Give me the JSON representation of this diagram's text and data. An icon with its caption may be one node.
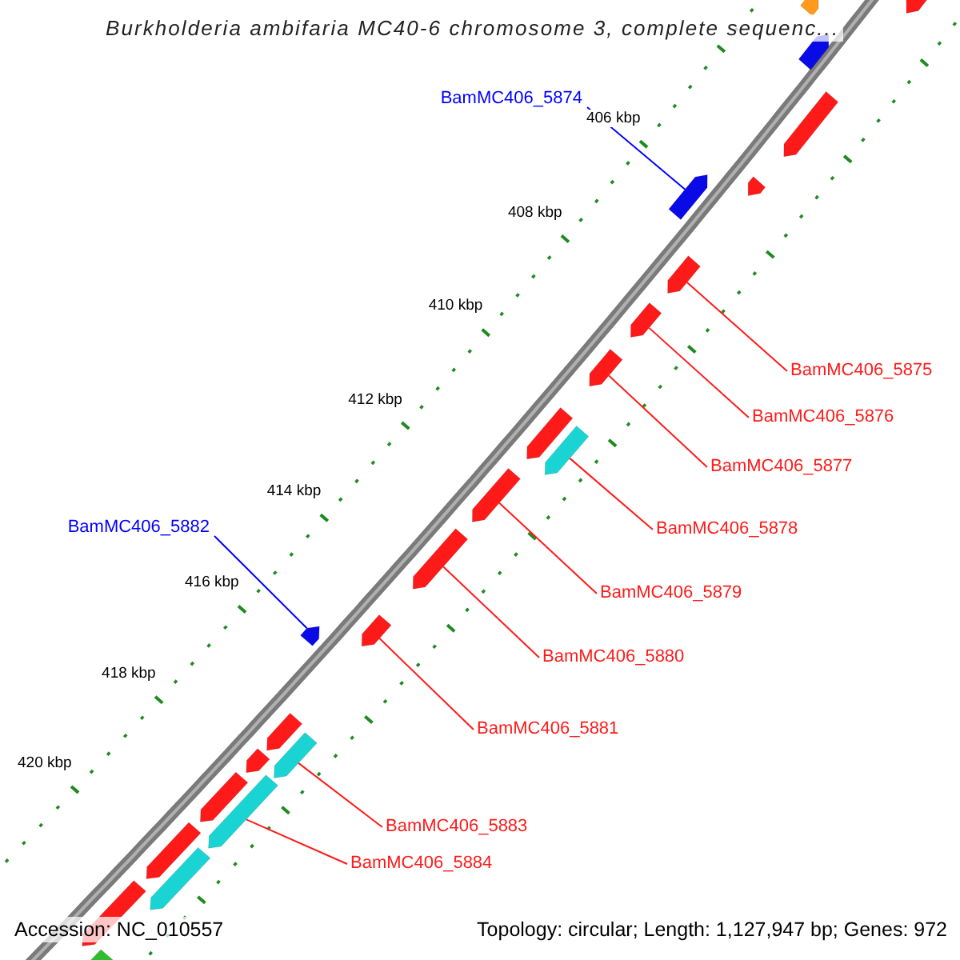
{
  "diagram": {
    "nodes": [
      {
        "text": [
          "BamMC406_5874"
        ]
      },
      {
        "text": [
          "BamMC406_5875"
        ]
      },
      {
        "text": [
          "BamMC406_5876"
        ]
      },
      {
        "text": [
          "BamMC406_5877"
        ]
      },
      {
        "text": [
          "BamMC406_5878"
        ]
      },
      {
        "text": [
          "BamMC406_5882"
        ]
      },
      {
        "text": [
          "BamMC406_5879"
        ]
      },
      {
        "text": [
          "BamMC406_5880"
        ]
      },
      {
        "text": [
          "BamMC406_5881"
        ]
      },
      {
        "text": [
          "BamMC406_5883"
        ]
      },
      {
        "text": [
          "BamMC406_5884"
        ]
      },
      {
        "text": [],
        "shape": "bar"
      },
      {
        "text": [],
        "shape": "bar"
      },
      {
        "text": [],
        "shape": "bar"
      },
      {
        "text": [],
        "shape": "bar"
      },
      {
        "text": [],
        "shape": "bar"
      },
      {
        "text": [],
        "shape": "bar"
      },
      {
        "text": [],
        "shape": "bar"
      },
      {
        "text": [],
        "shape": "bar"
      },
      {
        "text": [],
        "shape": "bar"
      },
      {
        "text": [],
        "shape": "bar"
      },
      {
        "text": [],
        "shape": "bar"
      },
      {
        "text": [],
        "shape": "bar"
      },
      {
        "text": [],
        "shape": "bar"
      },
      {
        "text": [],
        "shape": "bar"
      },
      {
        "text": [],
        "shape": "bar"
      },
      {
        "text": [],
        "shape": "bar"
      },
      {
        "text": [],
        "shape": "bar"
      },
      {
        "text": [],
        "shape": "bar"
      },
      {
        "text": [],
        "shape": "bar"
      },
      {
        "text": [],
        "shape": "bar"
      },
      {
        "text": [],
        "shape": "bar"
      },
      {
        "text": [],
        "shape": "bar"
      },
      {
        "text": [],
        "shape": "bar"
      },
      {
        "text": [],
        "shape": "bar"
      }
    ],
    "edges": [
      {
        "from": 0,
        "to": 16,
        "arrow": "none",
        "color": "#0000ff"
      },
      {
        "from": 1,
        "to": 17,
        "arrow": "none"
      },
      {
        "from": 2,
        "to": 18,
        "arrow": "none"
      },
      {
        "from": 3,
        "to": 19,
        "arrow": "none"
      },
      {
        "from": 4,
        "to": 21,
        "arrow": "none"
      },
      {
        "from": 5,
        "to": 25,
        "arrow": "none",
        "color": "#0000ff"
      },
      {
        "from": 6,
        "to": 22,
        "arrow": "none"
      },
      {
        "from": 7,
        "to": 23,
        "arrow": "none"
      },
      {
        "from": 8,
        "to": 24,
        "arrow": "none"
      },
      {
        "from": 9,
        "to": 27,
        "arrow": "none"
      },
      {
        "from": 10,
        "to": 29,
        "arrow": "none"
      }
    ],
    "labels": [
      "Burkholderia ambifaria MC40-6 chromosome 3, complete sequenc...",
      "406 kbp",
      "408 kbp",
      "410 kbp",
      "412 kbp",
      "414 kbp",
      "416 kbp",
      "418 kbp",
      "420 kbp",
      "Accession: NC_010557",
      "Topology: circular; Length: 1,127,947 bp; Genes: 972"
    ]
  }
}
